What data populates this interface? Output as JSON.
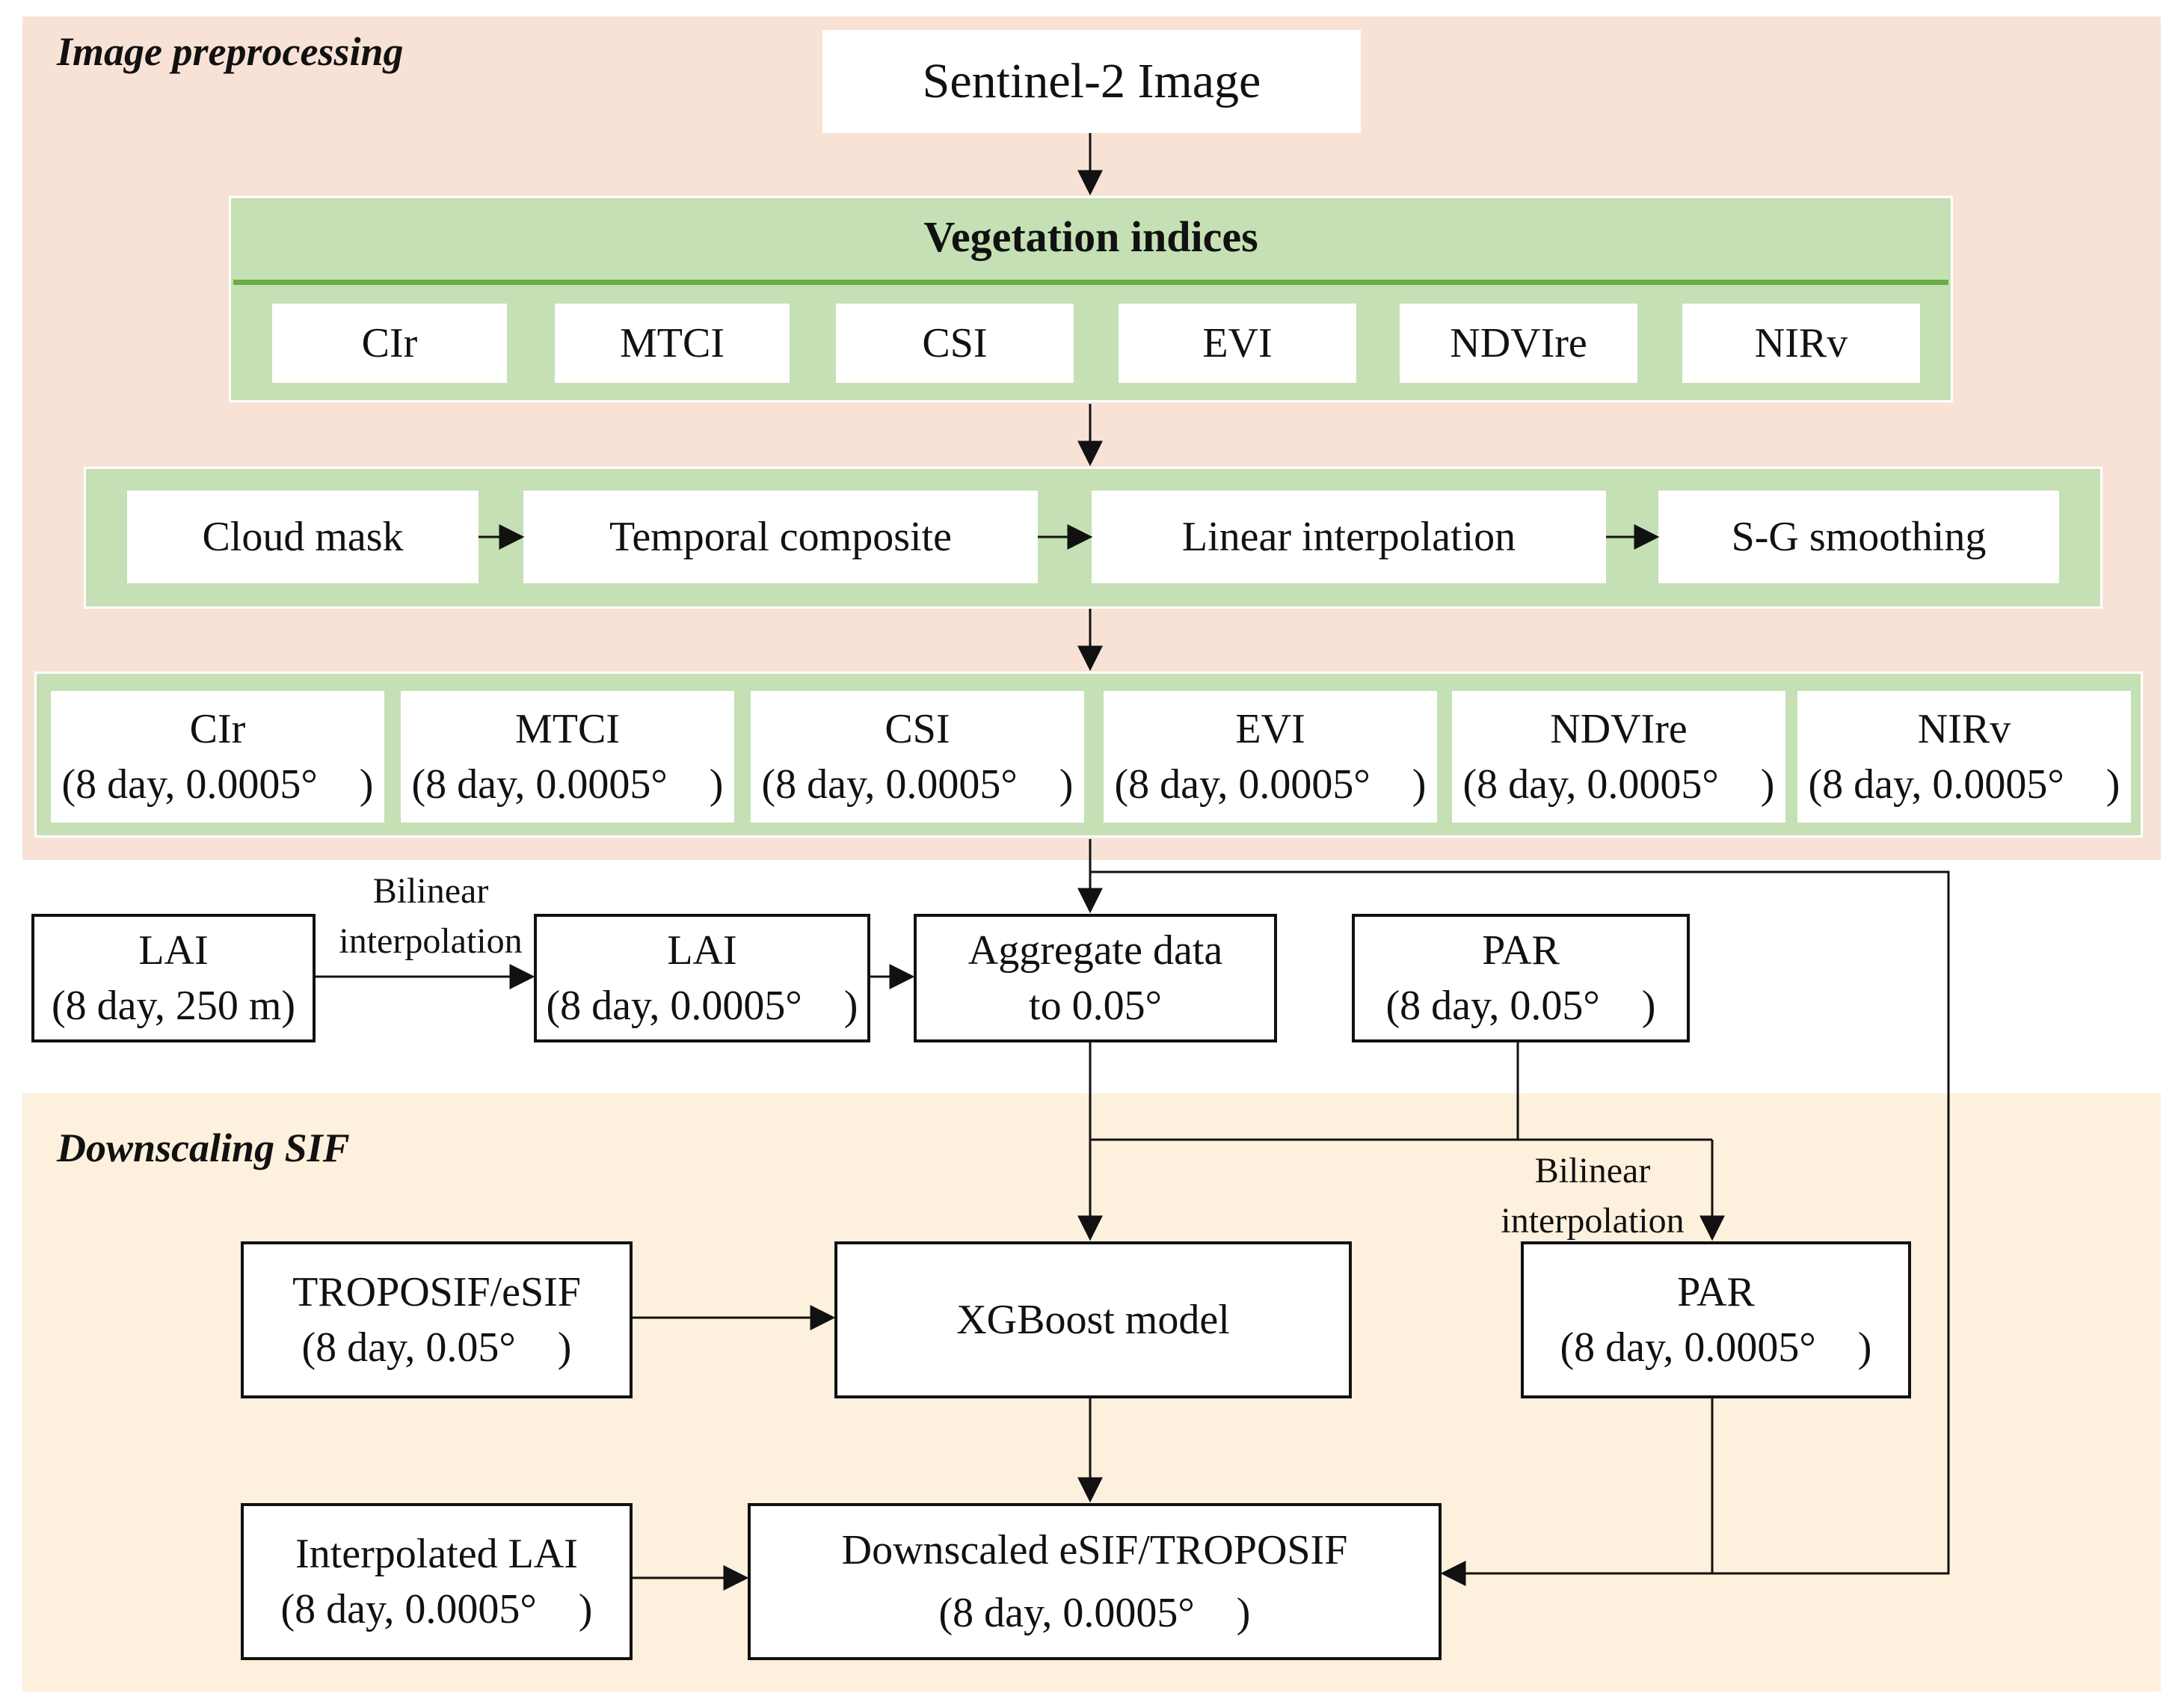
{
  "sections": {
    "preprocessing_title": "Image preprocessing",
    "downscaling_title": "Downscaling SIF"
  },
  "source": {
    "label": "Sentinel-2 Image"
  },
  "vegetation": {
    "title": "Vegetation indices",
    "indices": [
      "CIr",
      "MTCI",
      "CSI",
      "EVI",
      "NDVIre",
      "NIRv"
    ]
  },
  "processing_steps": [
    "Cloud mask",
    "Temporal composite",
    "Linear interpolation",
    "S-G smoothing"
  ],
  "products": {
    "names": [
      "CIr",
      "MTCI",
      "CSI",
      "EVI",
      "NDVIre",
      "NIRv"
    ],
    "spec": "(8 day, 0.0005°　)"
  },
  "nodes": {
    "lai_coarse": {
      "line1": "LAI",
      "line2": "(8 day, 250 m)"
    },
    "lai_fine": {
      "line1": "LAI",
      "line2": "(8 day, 0.0005°　)"
    },
    "aggregate": {
      "line1": "Aggregate data",
      "line2": "to 0.05°"
    },
    "par_coarse": {
      "line1": "PAR",
      "line2": "(8 day, 0.05°　)"
    },
    "troposif": {
      "line1": "TROPOSIF/eSIF",
      "line2": "(8 day, 0.05°　)"
    },
    "xgboost": {
      "line1": "XGBoost model"
    },
    "par_fine": {
      "line1": "PAR",
      "line2": "(8 day, 0.0005°　)"
    },
    "interp_lai": {
      "line1": "Interpolated LAI",
      "line2": "(8 day, 0.0005°　)"
    },
    "downscaled": {
      "line1": "Downscaled eSIF/TROPOSIF",
      "line2": "(8 day, 0.0005°　)"
    }
  },
  "edge_labels": {
    "bilinear_1a": "Bilinear",
    "bilinear_1b": "interpolation",
    "bilinear_2a": "Bilinear",
    "bilinear_2b": "interpolation"
  }
}
